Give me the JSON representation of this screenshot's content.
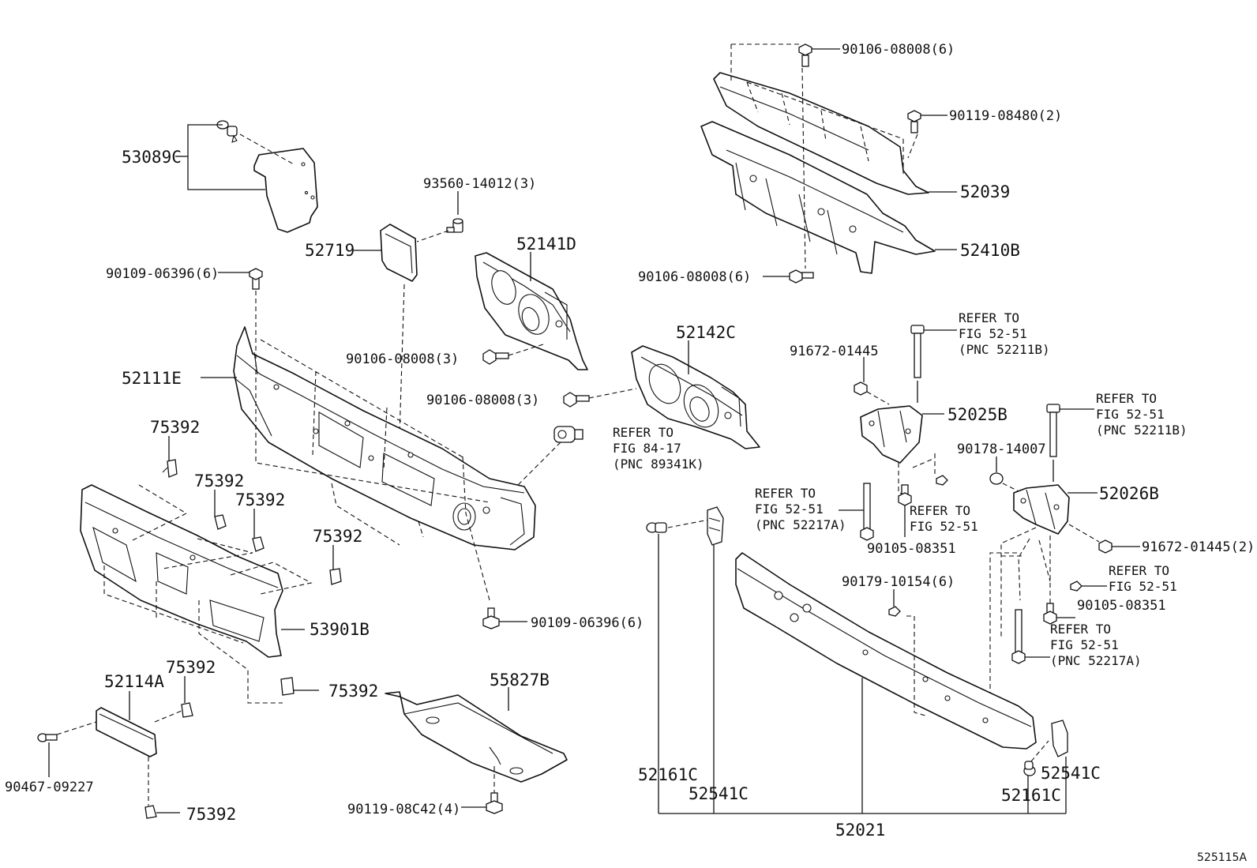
{
  "figure_id": "525115A",
  "labels": {
    "l_53089C": "53089C",
    "l_93560": "93560-14012(3)",
    "l_52719": "52719",
    "l_52141D": "52141D",
    "l_90109_top": "90109-06396(6)",
    "l_90106_a": "90106-08008(3)",
    "l_52111E": "52111E",
    "l_52142C": "52142C",
    "l_90106_b": "90106-08008(3)",
    "l_75392_a": "75392",
    "l_75392_b": "75392",
    "l_75392_c": "75392",
    "l_75392_d": "75392",
    "l_53901B": "53901B",
    "l_90109_bot": "90109-06396(6)",
    "l_52114A": "52114A",
    "l_75392_e": "75392",
    "l_75392_f": "75392",
    "l_90467": "90467-09227",
    "l_75392_g": "75392",
    "l_55827B": "55827B",
    "l_90119_08C42": "90119-08C42(4)",
    "l_90106_top": "90106-08008(6)",
    "l_90119_08480": "90119-08480(2)",
    "l_52039": "52039",
    "l_52410B": "52410B",
    "l_90106_mid": "90106-08008(6)",
    "l_91672_a": "91672-01445",
    "l_52025B": "52025B",
    "l_90178": "90178-14007",
    "l_52026B": "52026B",
    "l_91672_b": "91672-01445(2)",
    "l_90105_a": "90105-08351",
    "l_90105_b": "90105-08351",
    "l_90179": "90179-10154(6)",
    "l_52161C_a": "52161C",
    "l_52541C_a": "52541C",
    "l_52541C_b": "52541C",
    "l_52161C_b": "52161C",
    "l_52021": "52021"
  },
  "references": {
    "r1": [
      "REFER TO",
      "FIG 84-17",
      "(PNC 89341K)"
    ],
    "r2": [
      "REFER TO",
      "FIG 52-51",
      "(PNC 52211B)"
    ],
    "r3": [
      "REFER TO",
      "FIG 52-51",
      "(PNC 52211B)"
    ],
    "r4": [
      "REFER TO",
      "FIG 52-51",
      "(PNC 52217A)"
    ],
    "r5": [
      "REFER TO",
      "FIG 52-51"
    ],
    "r6": [
      "REFER TO",
      "FIG 52-51"
    ],
    "r7": [
      "REFER TO",
      "FIG 52-51",
      "(PNC 52217A)"
    ]
  }
}
